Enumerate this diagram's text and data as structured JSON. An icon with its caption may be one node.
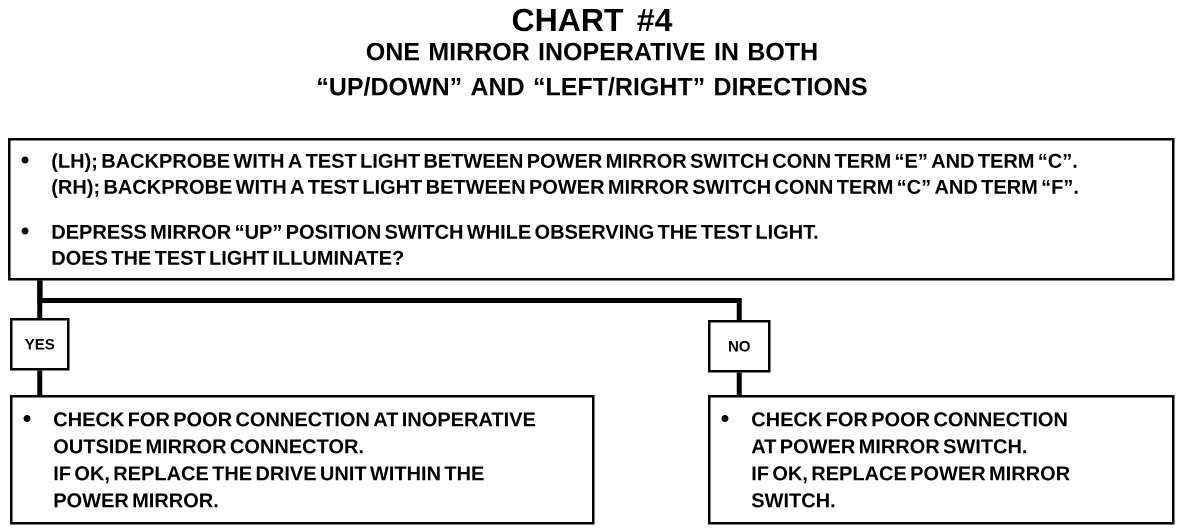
{
  "diagram": {
    "title": "CHART #4",
    "nodes": [
      {
        "text": [
          "(LH); BACKPROBE WITH A TEST LIGHT BETWEEN POWER MIRROR SWITCH CONN TERM “E” AND TERM “C”.",
          "(RH); BACKPROBE WITH A TEST LIGHT BETWEEN POWER MIRROR SWITCH CONN TERM “C” AND TERM “F”.",
          "DEPRESS MIRROR “UP” POSITION SWITCH WHILE OBSERVING THE TEST LIGHT.",
          "DOES THE TEST LIGHT ILLUMINATE?"
        ]
      },
      {
        "text": [
          "YES"
        ]
      },
      {
        "text": [
          "NO"
        ]
      },
      {
        "text": [
          "CHECK FOR POOR CONNECTION AT INOPERATIVE OUTSIDE MIRROR CONNECTOR.",
          "IF OK, REPLACE THE DRIVE UNIT WITHIN THE POWER MIRROR."
        ]
      },
      {
        "text": [
          "CHECK FOR POOR CONNECTION AT POWER MIRROR SWITCH.",
          "IF OK, REPLACE POWER MIRROR SWITCH."
        ]
      }
    ],
    "edges": [
      {
        "from": 0,
        "to": 1,
        "arrow": "none"
      },
      {
        "from": 0,
        "to": 2,
        "arrow": "none"
      },
      {
        "from": 1,
        "to": 3,
        "arrow": "none"
      },
      {
        "from": 2,
        "to": 4,
        "arrow": "none"
      }
    ],
    "labels": [
      "ONE MIRROR INOPERATIVE IN BOTH “UP/DOWN” AND “LEFT/RIGHT” DIRECTIONS"
    ]
  }
}
